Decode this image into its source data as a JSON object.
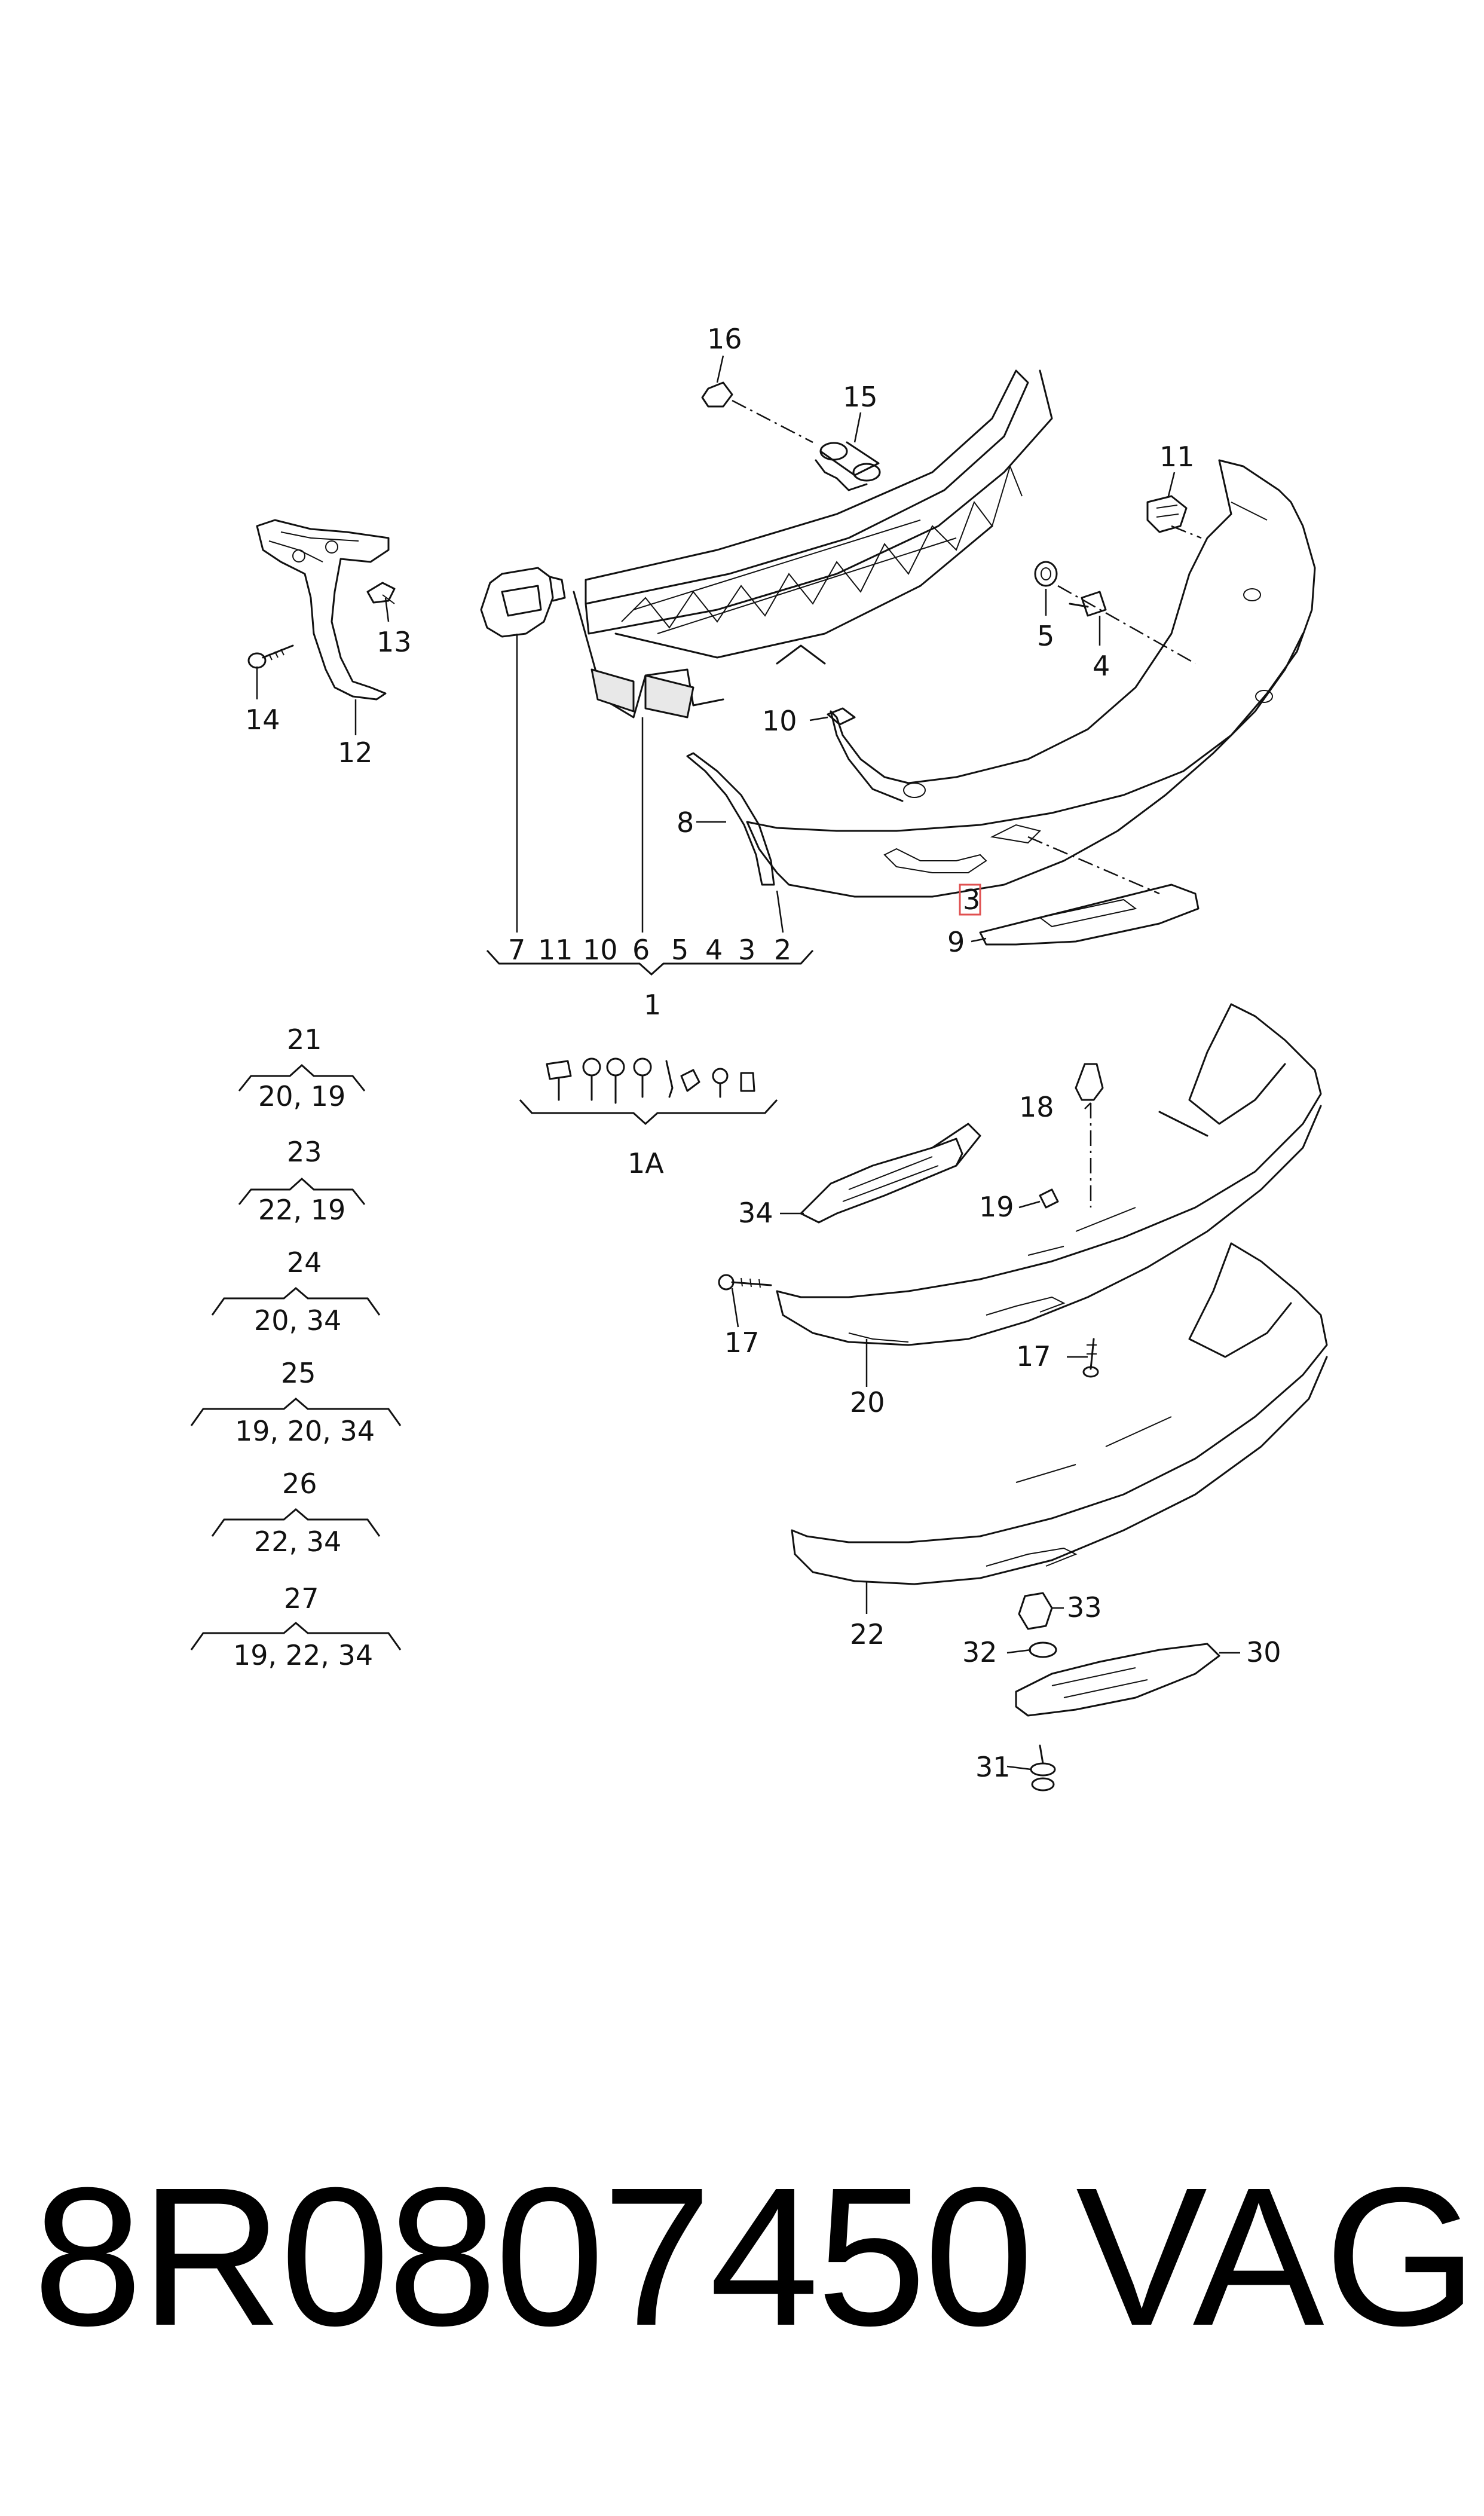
{
  "callouts": {
    "c16": "16",
    "c15": "15",
    "c11": "11",
    "c13": "13",
    "c14": "14",
    "c12": "12",
    "c5": "5",
    "c4": "4",
    "c10": "10",
    "c8": "8",
    "c3": "3",
    "c9": "9",
    "c18": "18",
    "c19": "19",
    "c34": "34",
    "c17a": "17",
    "c17b": "17",
    "c20": "20",
    "c22": "22",
    "c33": "33",
    "c32": "32",
    "c30": "30",
    "c31": "31"
  },
  "assembly_1": {
    "items": [
      "7",
      "11",
      "10",
      "6",
      "5",
      "4",
      "3",
      "2"
    ],
    "label": "1"
  },
  "assembly_1A": {
    "label": "1A"
  },
  "groups": [
    {
      "id": "21",
      "members": "20, 19"
    },
    {
      "id": "23",
      "members": "22, 19"
    },
    {
      "id": "24",
      "members": "20, 34"
    },
    {
      "id": "25",
      "members": "19, 20, 34"
    },
    {
      "id": "26",
      "members": "22, 34"
    },
    {
      "id": "27",
      "members": "19, 22, 34"
    }
  ],
  "footer": {
    "part_number": "8R0807450",
    "brand": "VAG"
  },
  "colors": {
    "line": "#111111",
    "background": "#ffffff",
    "highlight_box": "#e05050"
  }
}
